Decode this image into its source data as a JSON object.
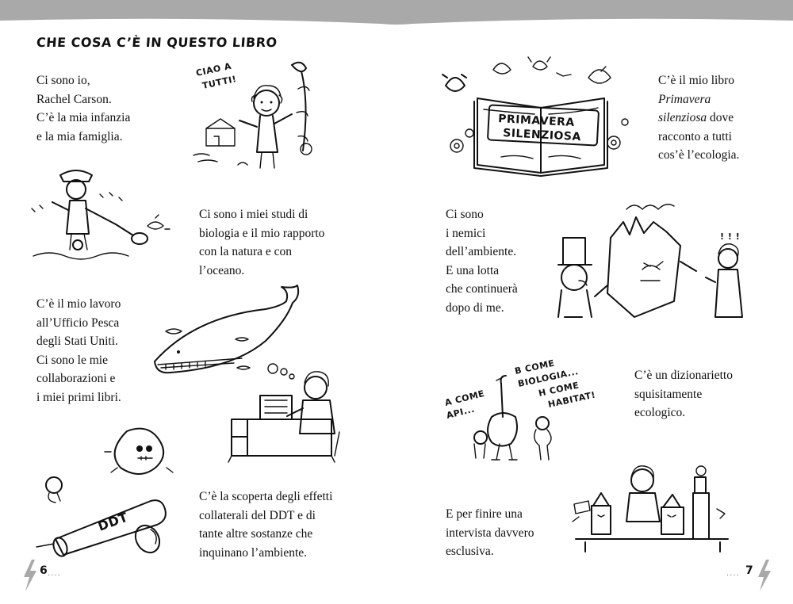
{
  "colors": {
    "top_band": "#a9a9a9",
    "ink": "#111111",
    "bolt": "#a9a9a9"
  },
  "heading": "CHE COSA C’È IN QUESTO LIBRO",
  "left_page": {
    "p1": "Ci sono io,\nRachel Carson.\nC’è la mia infanzia\ne la mia famiglia.",
    "p2": "Ci sono i miei studi di\nbiologia e il mio rapporto\ncon la natura e con\nl’oceano.",
    "p3": "C’è il mio lavoro\nall’Ufficio Pesca\ndegli Stati Uniti.\nCi sono le mie\ncollaborazioni e\ni miei primi libri.",
    "p4": "C’è la scoperta degli effetti\ncollaterali del DDT e di\ntante altre sostanze che\ninquinano l’ambiente.",
    "page_number": "6",
    "page_dots": "...."
  },
  "right_page": {
    "p1_start": "C’è il mio libro",
    "p1_title": "Primavera\nsilenziosa",
    "p1_end": " dove\nracconto a tutti\ncos’è l’ecologia.",
    "p2": "Ci sono\ni nemici\ndell’ambiente.\nE una lotta\nche continuerà\ndopo di me.",
    "p3": "C’è un dizionarietto\nsquisitamente\necologico.",
    "p4": "E per finire una\nintervista davvero\nesclusiva.",
    "page_number": "7",
    "page_dots": "...."
  },
  "illustrations": {
    "greeting": [
      "CIAO A",
      "TUTTI!"
    ],
    "book_cover": [
      "PRIMAVERA",
      "SILENZIOSA"
    ],
    "ddt_label": "DDT",
    "dictionary": [
      "A COME",
      "API...",
      "B COME",
      "BIOLOGIA...",
      "H COME",
      "HABITAT!"
    ],
    "alarm_mark": "! ! !"
  }
}
